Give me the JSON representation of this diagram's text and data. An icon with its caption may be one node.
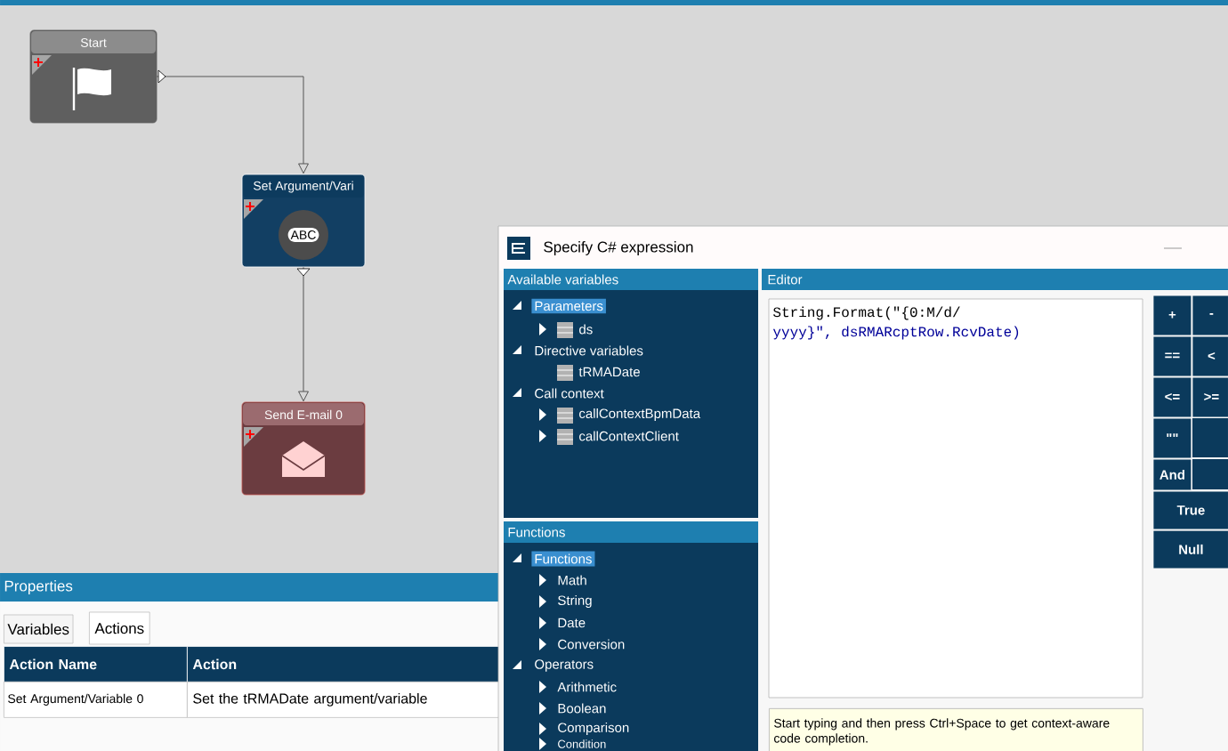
{
  "diagram": {
    "nodes": [
      {
        "text": [
          "Start"
        ]
      },
      {
        "text": [
          "Set Argument/Vari",
          "ABC"
        ]
      },
      {
        "text": [
          "Send E-mail 0"
        ]
      }
    ],
    "edges": [
      {
        "from": 0,
        "to": 1,
        "arrow": "to"
      },
      {
        "from": 1,
        "to": 2,
        "arrow": "to"
      }
    ],
    "labels": [
      "Properties",
      "Variables",
      "Actions",
      "Action Name",
      "Action",
      "Set Argument/Variable 0",
      "Set the tRMADate argument/variable",
      "Specify C# expression",
      "Available variables",
      "Parameters",
      "ds",
      "Directive variables",
      "tRMADate",
      "Call context",
      "callContextBpmData",
      "callContextClient",
      "Functions",
      "Functions",
      "Math",
      "String",
      "Date",
      "Conversion",
      "Operators",
      "Arithmetic",
      "Boolean",
      "Comparison",
      "Condition",
      "Editor",
      "String.Format(\"{0:M/d/",
      "yyyy}\", dsRMARcptRow.RcvDate)",
      "Start typing and then press Ctrl+Space to get context-aware code completion.",
      "+",
      "-",
      "==",
      "<",
      "<=",
      ">=",
      "\"\"",
      "And",
      "True",
      "Null"
    ]
  }
}
